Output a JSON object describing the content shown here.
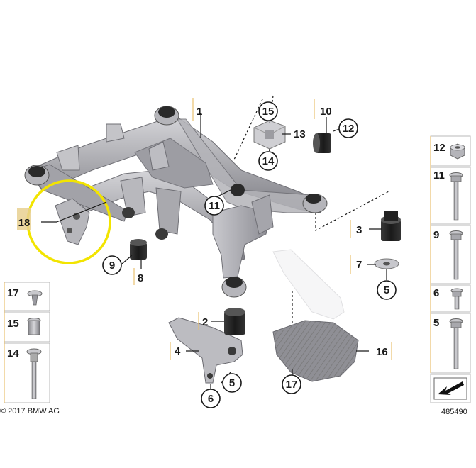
{
  "diagram": {
    "callouts": [
      {
        "id": "c1",
        "text": "1"
      },
      {
        "id": "c15",
        "text": "15"
      },
      {
        "id": "c13",
        "text": "13"
      },
      {
        "id": "c14",
        "text": "14"
      },
      {
        "id": "c10",
        "text": "10"
      },
      {
        "id": "c12",
        "text": "12"
      },
      {
        "id": "c11",
        "text": "11"
      },
      {
        "id": "c18",
        "text": "18"
      },
      {
        "id": "c3",
        "text": "3"
      },
      {
        "id": "c7",
        "text": "7"
      },
      {
        "id": "c5a",
        "text": "5"
      },
      {
        "id": "c9",
        "text": "9"
      },
      {
        "id": "c8",
        "text": "8"
      },
      {
        "id": "c2",
        "text": "2"
      },
      {
        "id": "c4",
        "text": "4"
      },
      {
        "id": "c5b",
        "text": "5"
      },
      {
        "id": "c6",
        "text": "6"
      },
      {
        "id": "c16",
        "text": "16"
      },
      {
        "id": "c17",
        "text": "17"
      }
    ],
    "left_panel": [
      "17",
      "15",
      "14"
    ],
    "right_panel": [
      "12",
      "11",
      "9",
      "6",
      "5"
    ],
    "copyright": "© 2017 BMW AG",
    "diagram_number": "485490",
    "highlight_color": "#f2e400",
    "frame_color": "#a8a8ac"
  }
}
